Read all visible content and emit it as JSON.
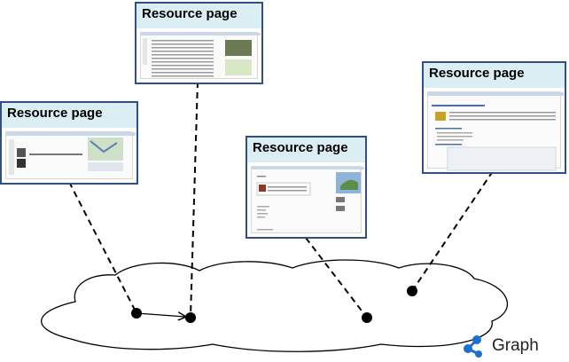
{
  "resource_pages": [
    {
      "title": "Resource page"
    },
    {
      "title": "Resource page"
    },
    {
      "title": "Resource page"
    },
    {
      "title": "Resource page"
    }
  ],
  "graph": {
    "label": "Graph",
    "icon": "graph-share-icon"
  },
  "colors": {
    "card_border": "#2f4f86",
    "card_header": "#dbeef4",
    "cloud_outline": "#000000",
    "node": "#000000",
    "icon": "#1f6fd1"
  }
}
